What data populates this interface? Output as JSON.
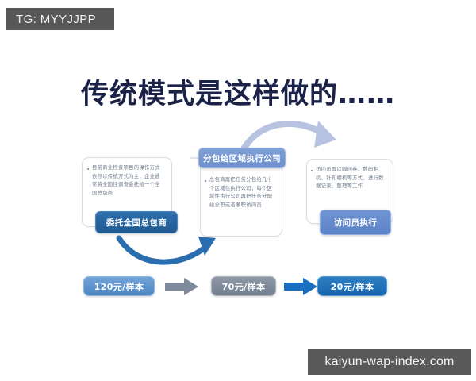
{
  "badges": {
    "tg_handle": "TG: MYYJJPP",
    "watermark": "kaiyun-wap-index.com"
  },
  "slide": {
    "title": "传统模式是这样做的……"
  },
  "flow": {
    "steps": [
      {
        "label": "委托全国总包商",
        "body": "目前商业检查项目的操作方式依然以传统方式为主，企业通常将全国性调查委托给一个全国总包商",
        "label_color": "#265f99",
        "order": 1
      },
      {
        "label": "分包给区域执行公司",
        "body": "总包商再把任务分包给几十个区域性执行公司，每个区域性执行公司再把任务分配给全职或者兼职访问员",
        "label_color": "#7694d1",
        "order": 2
      },
      {
        "label": "访问员执行",
        "body": "访问员再以邮问卷、数码相机、针孔相机等方式、进行数据记录、整理等工作",
        "label_color": "#6689cd",
        "order": 3
      }
    ],
    "connector_arrows": [
      {
        "name": "arrow-step1-to-step2",
        "color": "#2b6eb0",
        "style": "curved-up-right"
      },
      {
        "name": "arrow-step2-to-step3",
        "color": "#b7c3e0",
        "style": "curved-over-right"
      }
    ]
  },
  "pricing": {
    "items": [
      {
        "value": "120元/样本",
        "color": "#5e93cd"
      },
      {
        "value": "70元/样本",
        "color": "#808b99"
      },
      {
        "value": "20元/样本",
        "color": "#1f72ba"
      }
    ],
    "arrows": [
      {
        "name": "price-arrow-1",
        "color": "#7d8a9c"
      },
      {
        "name": "price-arrow-2",
        "color": "#1b6fc0"
      }
    ]
  },
  "colors": {
    "title": "#1b2247",
    "badge_bg": "#575757",
    "card_border": "#d8dde4",
    "card_text": "#6f7b8c"
  }
}
